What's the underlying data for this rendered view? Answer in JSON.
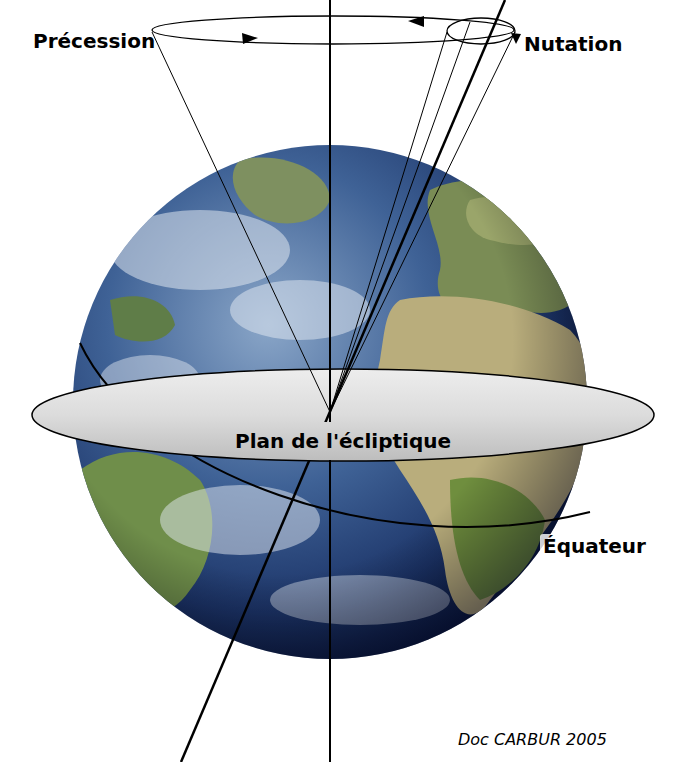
{
  "diagram": {
    "nodes": [
      {
        "text": [
          "Plan de l'écliptique"
        ]
      }
    ],
    "labels": [
      "Précession",
      "Nutation",
      "Équateur",
      "Doc CARBUR 2005"
    ]
  }
}
